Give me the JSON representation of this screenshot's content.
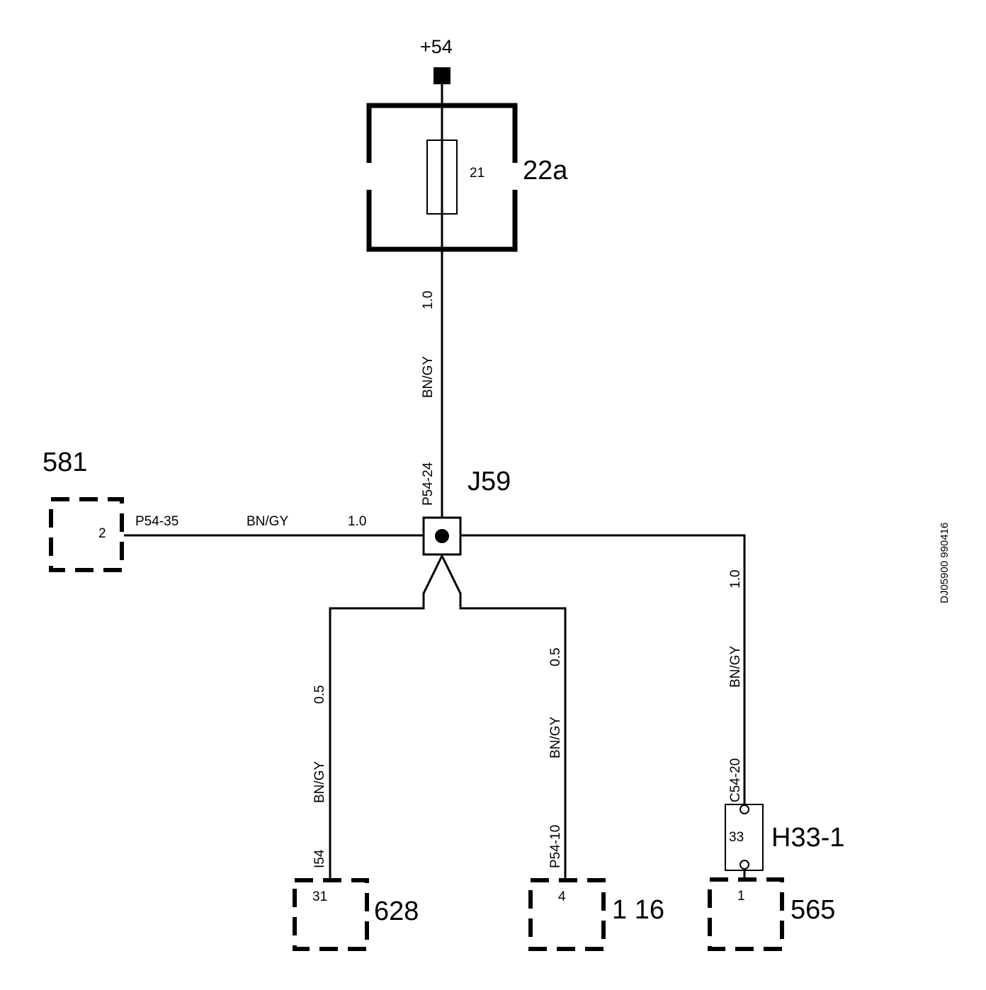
{
  "supply": {
    "label": "+54"
  },
  "fusebox": {
    "id": "22a",
    "fuse_number": "21"
  },
  "main_wire": {
    "size": "1.0",
    "color": "BN/GY"
  },
  "junction": {
    "id": "J59",
    "pin_top": "P54-24"
  },
  "left_branch": {
    "component": "581",
    "pin": "2",
    "terminal": "P54-35",
    "color": "BN/GY",
    "size": "1.0"
  },
  "branch_628": {
    "component": "628",
    "pin": "31",
    "terminal": "I54",
    "color": "BN/GY",
    "size": "0.5"
  },
  "branch_116": {
    "component": "1 16",
    "pin": "4",
    "terminal": "P54-10",
    "color": "BN/GY",
    "size": "0.5"
  },
  "branch_565": {
    "component": "565",
    "pin": "1",
    "terminal": "C54-20",
    "color": "BN/GY",
    "size": "1.0",
    "connector": "H33-1",
    "connector_pin": "33"
  },
  "drawing_ref": "DJ05900 990416"
}
